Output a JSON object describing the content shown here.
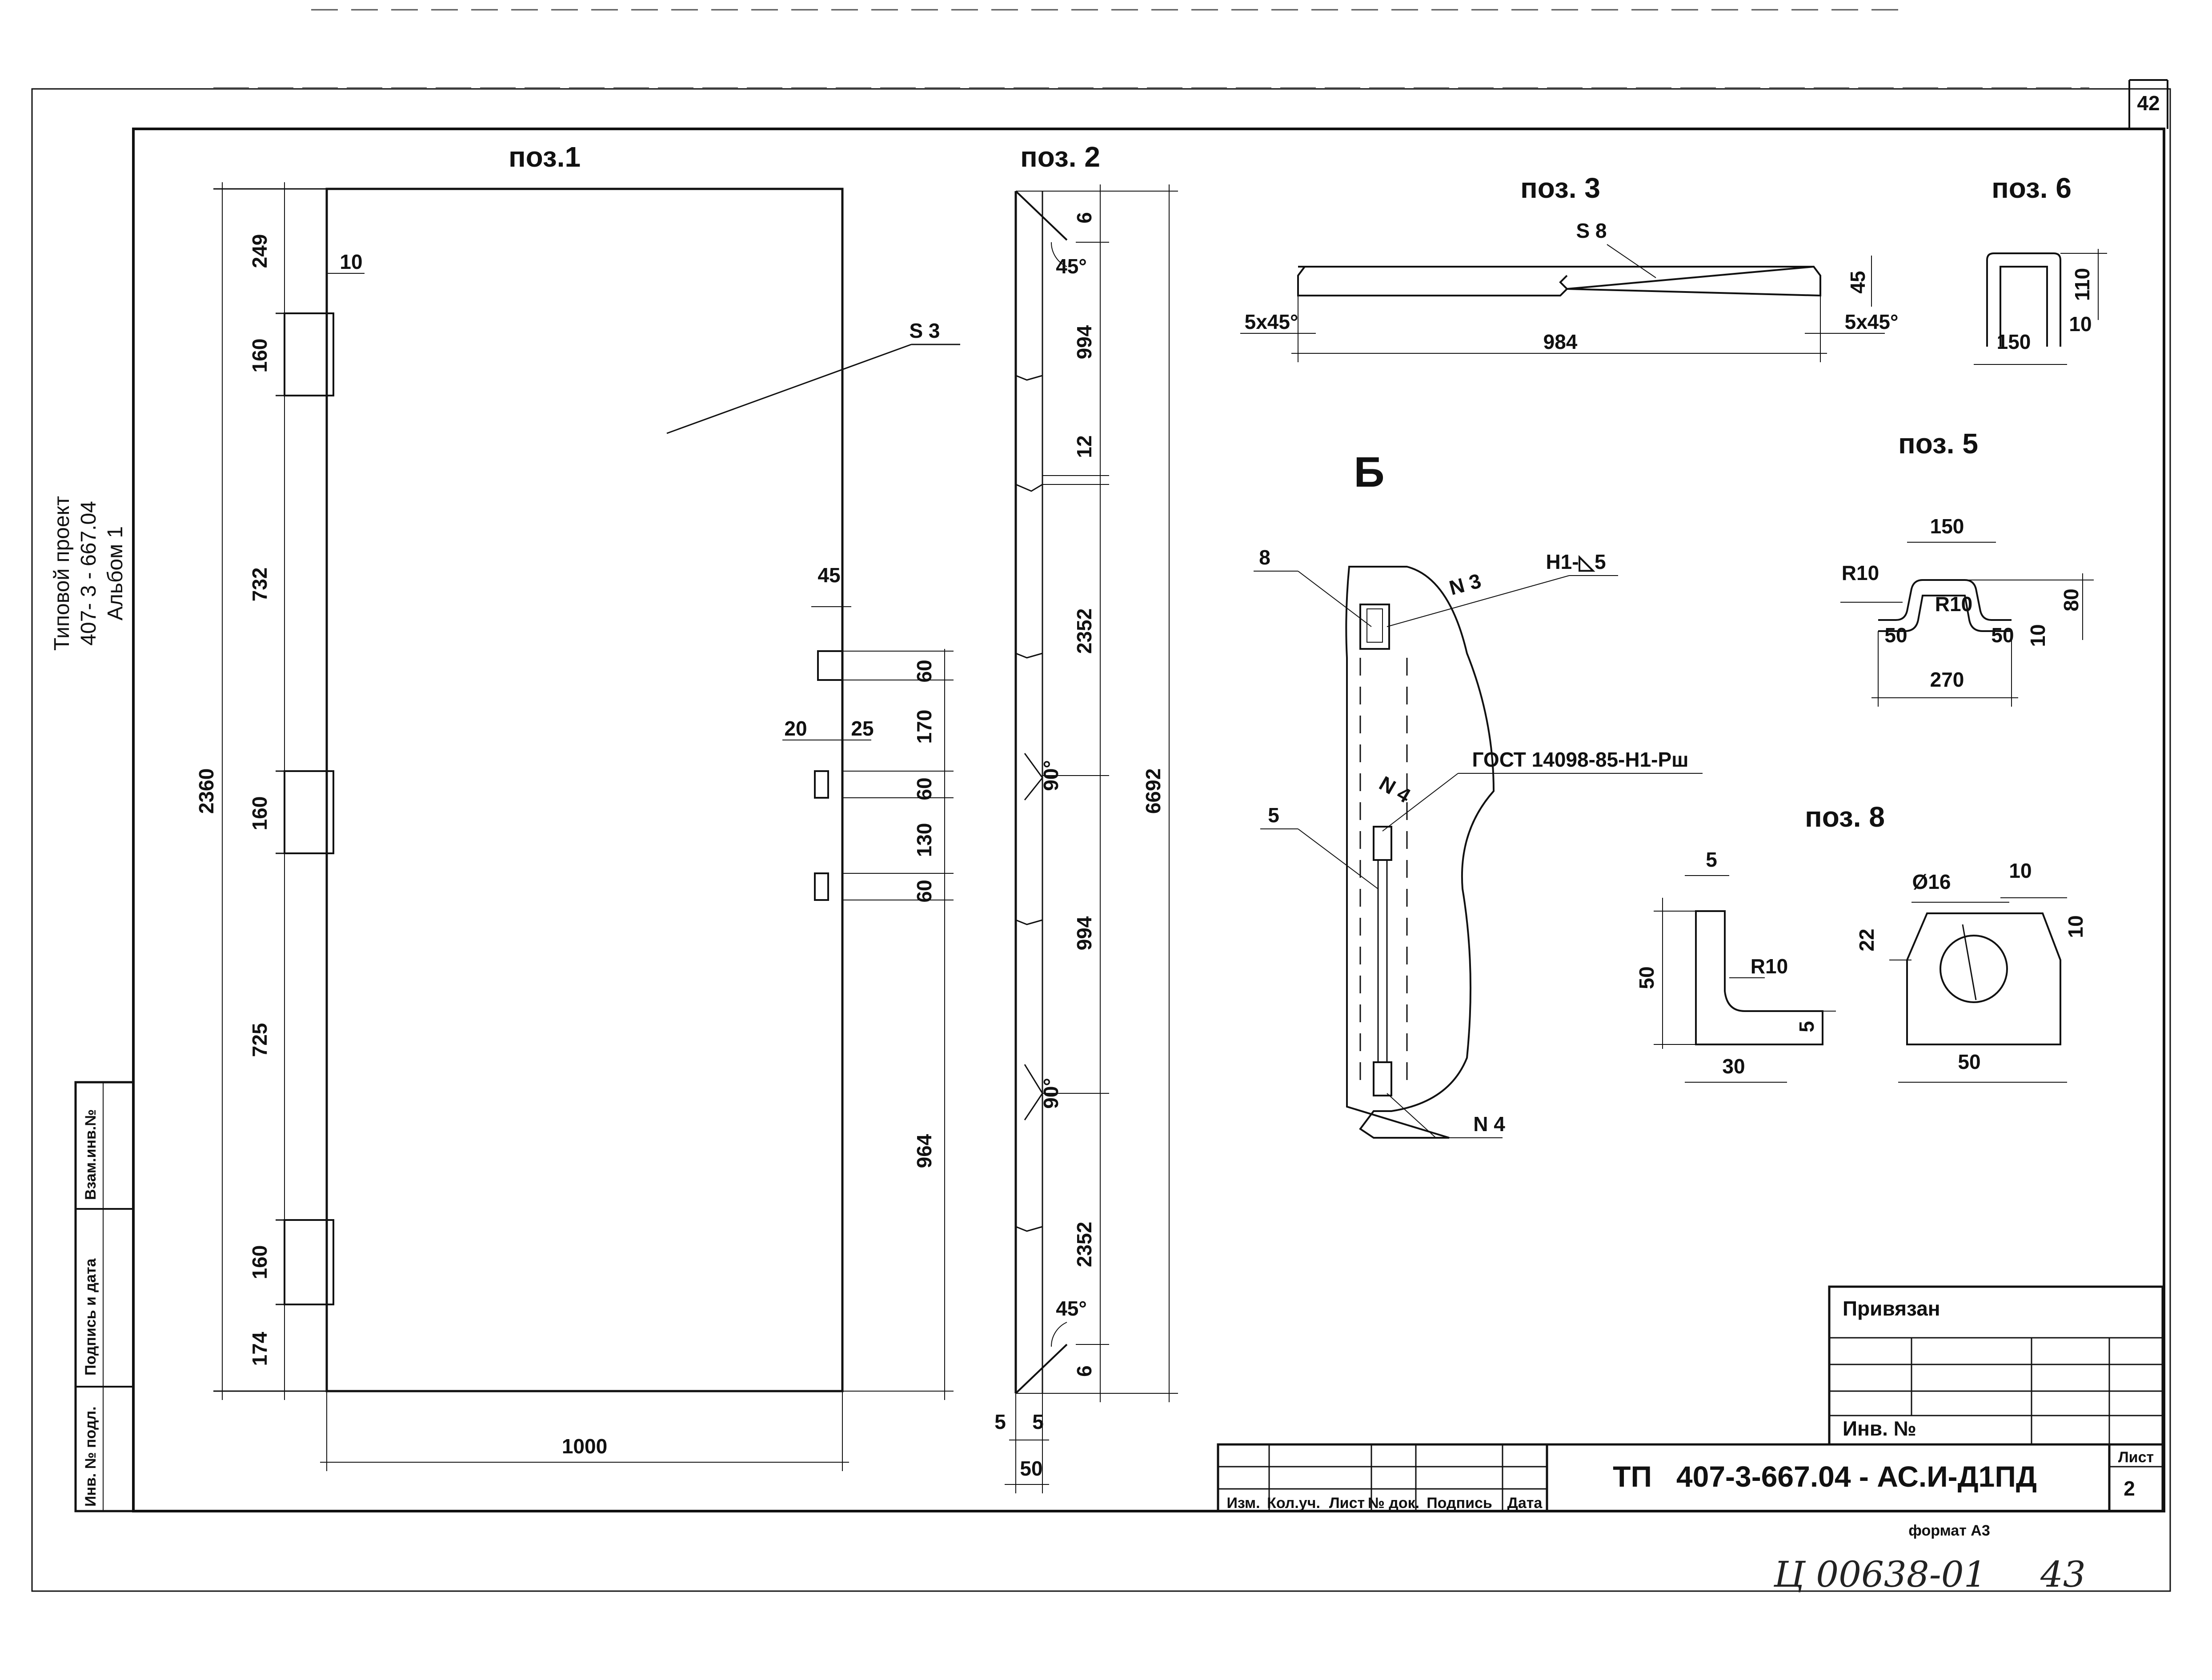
{
  "page_number": "42",
  "side_stamp": [
    "Типовой проект",
    "407- 3 - 667.04",
    "Альбом 1"
  ],
  "left_strip": [
    "Взам.инв.№",
    "Подпись и дата",
    "Инв. № подл."
  ],
  "pos1": {
    "title": "поз.1",
    "material": "S 3",
    "dims_left": [
      "249",
      "160",
      "732",
      "160",
      "725",
      "160",
      "174"
    ],
    "overall_height": "2360",
    "overall_width": "1000",
    "hinge_offset": "10",
    "slot_width": "45",
    "slot_gap_a": "20",
    "slot_gap_b": "25",
    "dims_right": [
      "60",
      "170",
      "60",
      "130",
      "60",
      "964"
    ]
  },
  "pos2": {
    "title": "поз. 2",
    "dims": [
      "6",
      "994",
      "12",
      "2352",
      "994",
      "2352",
      "6"
    ],
    "overall": "6692",
    "angles": [
      "45°",
      "90°",
      "90°",
      "45°"
    ],
    "bottom": [
      "5",
      "5",
      "50"
    ]
  },
  "pos3": {
    "title": "поз. 3",
    "material": "S 8",
    "chamfer": "5x45°",
    "length": "984",
    "height": "45"
  },
  "pos6": {
    "title": "поз. 6",
    "width": "150",
    "height": "110",
    "thickness": "10"
  },
  "pos5": {
    "title": "поз. 5",
    "top": "150",
    "radius": "R10",
    "height": "80",
    "leg": "50",
    "thickness": "10",
    "overall": "270"
  },
  "pos8": {
    "title": "поз. 8",
    "thickness": "5",
    "height": "50",
    "radius": "R10",
    "leg": "30",
    "flange": "5",
    "hole": "Ø16",
    "chamfer": "10",
    "offset": "22",
    "width": "50"
  },
  "detail_b": {
    "title": "Б",
    "weld": "Н1-◺5",
    "node3": "N 3",
    "node4": "N 4",
    "node4b": "N 4",
    "standard": "ГОСТ 14098-85-Н1-Рш",
    "leader_8": "8",
    "leader_5": "5"
  },
  "title_block": {
    "bound": "Привязан",
    "inv": "Инв. №",
    "columns": [
      "Изм.",
      "Кол.уч.",
      "Лист",
      "№ док.",
      "Подпись",
      "Дата"
    ],
    "code": "ТП   407-3-667.04 - АС.И-Д1ПД",
    "sheet_label": "Лист",
    "sheet_no": "2",
    "format": "формат А3"
  },
  "handwritten": {
    "archive_no": "Ц 00638-01",
    "page": "43"
  }
}
